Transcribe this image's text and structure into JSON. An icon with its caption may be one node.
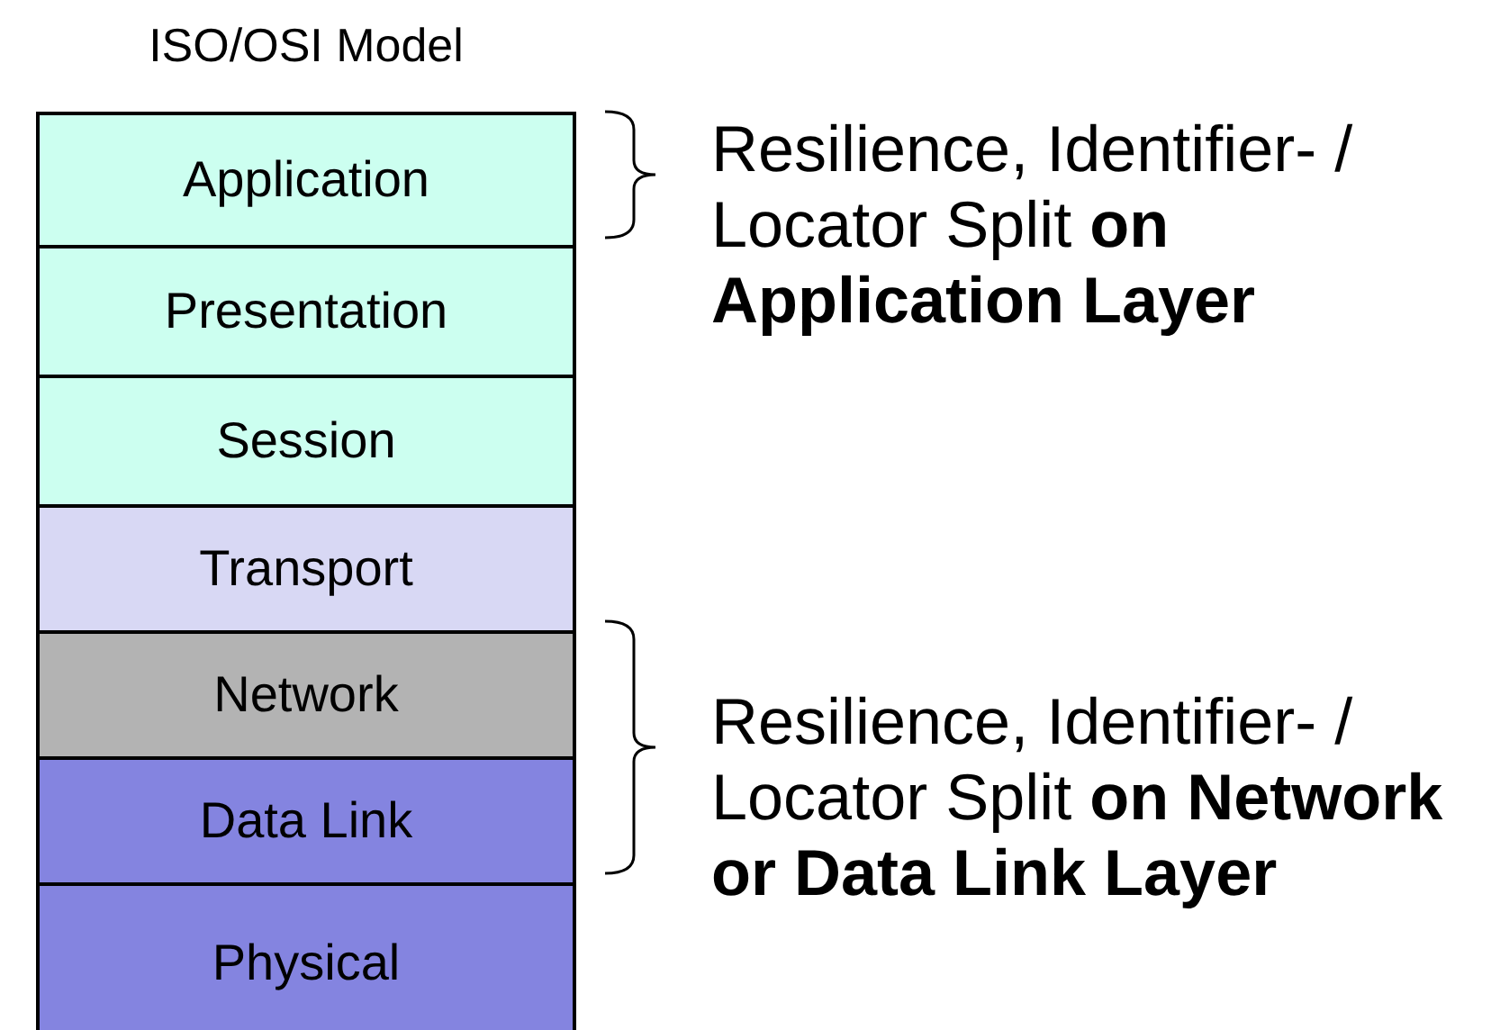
{
  "diagram": {
    "title": "ISO/OSI Model",
    "nodes": [
      {
        "text": [
          "Application"
        ]
      },
      {
        "text": [
          "Presentation"
        ]
      },
      {
        "text": [
          "Session"
        ]
      },
      {
        "text": [
          "Transport"
        ]
      },
      {
        "text": [
          "Network"
        ]
      },
      {
        "text": [
          "Data Link"
        ]
      },
      {
        "text": [
          "Physical"
        ]
      }
    ],
    "labels": [
      "Resilience, Identifier- / Locator Split **on Application Layer**",
      "Resilience, Identifier- / Locator Split **on Network or Data Link Layer**"
    ]
  }
}
